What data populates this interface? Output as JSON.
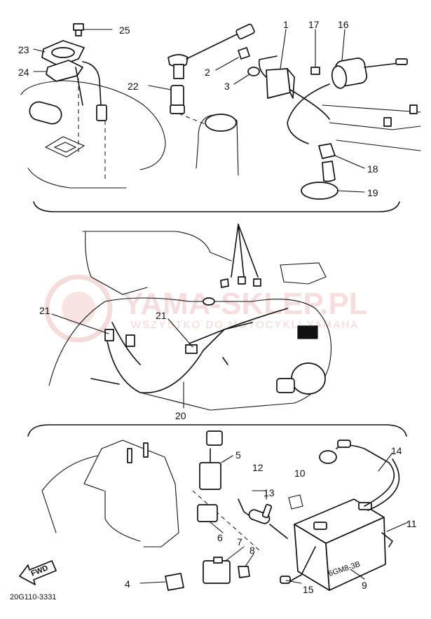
{
  "diagram": {
    "drawing_code": "20G110-3331",
    "watermark": {
      "main": "YAMA-SKLEP.PL",
      "sub": "WSZYSTKO DO MOTOCYKLI YAMAHA"
    },
    "fwd_label": "FWD",
    "battery_label": "6GM8-3B",
    "callouts": [
      {
        "id": "c1",
        "label": "1"
      },
      {
        "id": "c2",
        "label": "2"
      },
      {
        "id": "c3",
        "label": "3"
      },
      {
        "id": "c4",
        "label": "4"
      },
      {
        "id": "c5",
        "label": "5"
      },
      {
        "id": "c6",
        "label": "6"
      },
      {
        "id": "c7",
        "label": "7"
      },
      {
        "id": "c8",
        "label": "8"
      },
      {
        "id": "c9",
        "label": "9"
      },
      {
        "id": "c10",
        "label": "10"
      },
      {
        "id": "c11",
        "label": "11"
      },
      {
        "id": "c12",
        "label": "12"
      },
      {
        "id": "c13",
        "label": "13"
      },
      {
        "id": "c14",
        "label": "14"
      },
      {
        "id": "c15",
        "label": "15"
      },
      {
        "id": "c16",
        "label": "16"
      },
      {
        "id": "c17",
        "label": "17"
      },
      {
        "id": "c18",
        "label": "18"
      },
      {
        "id": "c19",
        "label": "19"
      },
      {
        "id": "c20",
        "label": "20"
      },
      {
        "id": "c21a",
        "label": "21"
      },
      {
        "id": "c21b",
        "label": "21"
      },
      {
        "id": "c22",
        "label": "22"
      },
      {
        "id": "c23",
        "label": "23"
      },
      {
        "id": "c24",
        "label": "24"
      },
      {
        "id": "c25",
        "label": "25"
      }
    ]
  }
}
